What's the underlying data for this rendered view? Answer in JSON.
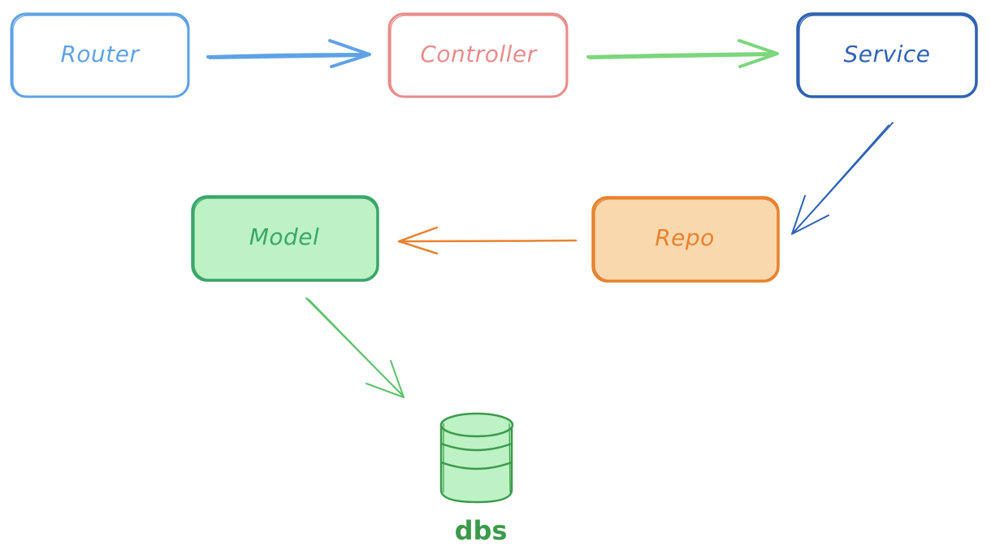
{
  "diagram": {
    "nodes": [
      {
        "id": "router",
        "label": "Router",
        "stroke": "#5fa2e6",
        "fill": "#ffffff",
        "text_color": "#5fa2e6"
      },
      {
        "id": "controller",
        "label": "Controller",
        "stroke": "#e88c8c",
        "fill": "#ffffff",
        "text_color": "#e88c8c"
      },
      {
        "id": "service",
        "label": "Service",
        "stroke": "#2f63b3",
        "fill": "#ffffff",
        "text_color": "#2f63b3"
      },
      {
        "id": "repo",
        "label": "Repo",
        "stroke": "#e8822f",
        "fill": "#f9d8ad",
        "text_color": "#e8822f"
      },
      {
        "id": "model",
        "label": "Model",
        "stroke": "#3aa66a",
        "fill": "#bdf2c4",
        "text_color": "#3aa66a"
      }
    ],
    "database": {
      "label": "dbs",
      "stroke": "#3b9a4c",
      "fill": "#bdf2c4",
      "text_color": "#3b9a4c"
    },
    "edges": [
      {
        "from": "router",
        "to": "controller",
        "color": "#5fa2e6"
      },
      {
        "from": "controller",
        "to": "service",
        "color": "#7cd67c"
      },
      {
        "from": "service",
        "to": "repo",
        "color": "#2f63b3"
      },
      {
        "from": "repo",
        "to": "model",
        "color": "#e8822f"
      },
      {
        "from": "model",
        "to": "database",
        "color": "#5cc26a"
      }
    ]
  }
}
